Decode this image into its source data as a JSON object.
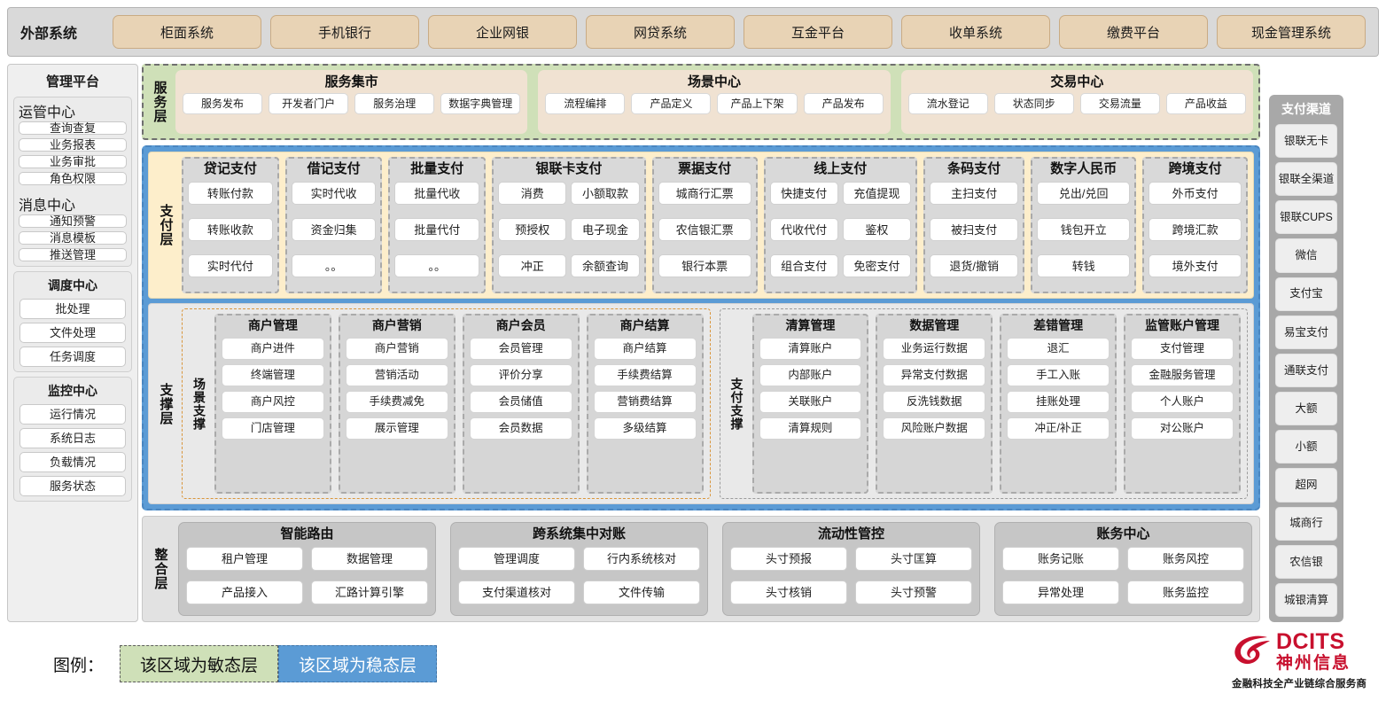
{
  "external": {
    "title": "外部系统",
    "items": [
      "柜面系统",
      "手机银行",
      "企业网银",
      "网贷系统",
      "互金平台",
      "收单系统",
      "缴费平台",
      "现金管理系统"
    ]
  },
  "management": {
    "title": "管理平台",
    "groups": [
      {
        "title": "运管中心",
        "items": [
          "查询查复",
          "业务报表",
          "业务审批",
          "角色权限"
        ]
      },
      {
        "title": "消息中心",
        "items": [
          "通知预警",
          "消息模板",
          "推送管理"
        ]
      },
      {
        "title": "调度中心",
        "items": [
          "批处理",
          "文件处理",
          "任务调度"
        ]
      },
      {
        "title": "监控中心",
        "items": [
          "运行情况",
          "系统日志",
          "负载情况",
          "服务状态"
        ]
      }
    ]
  },
  "service_layer": {
    "label": "服务层",
    "groups": [
      {
        "title": "服务集市",
        "items": [
          "服务发布",
          "开发者门户",
          "服务治理",
          "数据字典管理"
        ]
      },
      {
        "title": "场景中心",
        "items": [
          "流程编排",
          "产品定义",
          "产品上下架",
          "产品发布"
        ]
      },
      {
        "title": "交易中心",
        "items": [
          "流水登记",
          "状态同步",
          "交易流量",
          "产品收益"
        ]
      }
    ]
  },
  "payment_layer": {
    "label": "支付层",
    "groups": [
      {
        "title": "贷记支付",
        "cols": 1,
        "rows": [
          [
            "转账付款"
          ],
          [
            "转账收款"
          ],
          [
            "实时代付"
          ]
        ]
      },
      {
        "title": "借记支付",
        "cols": 1,
        "rows": [
          [
            "实时代收"
          ],
          [
            "资金归集"
          ],
          [
            "。。"
          ]
        ]
      },
      {
        "title": "批量支付",
        "cols": 1,
        "rows": [
          [
            "批量代收"
          ],
          [
            "批量代付"
          ],
          [
            "。。"
          ]
        ]
      },
      {
        "title": "银联卡支付",
        "cols": 2,
        "rows": [
          [
            "消费",
            "小额取款"
          ],
          [
            "预授权",
            "电子现金"
          ],
          [
            "冲正",
            "余额查询"
          ]
        ]
      },
      {
        "title": "票据支付",
        "cols": 1,
        "rows": [
          [
            "城商行汇票"
          ],
          [
            "农信银汇票"
          ],
          [
            "银行本票"
          ]
        ]
      },
      {
        "title": "线上支付",
        "cols": 2,
        "rows": [
          [
            "快捷支付",
            "充值提现"
          ],
          [
            "代收代付",
            "鉴权"
          ],
          [
            "组合支付",
            "免密支付"
          ]
        ]
      },
      {
        "title": "条码支付",
        "cols": 1,
        "rows": [
          [
            "主扫支付"
          ],
          [
            "被扫支付"
          ],
          [
            "退货/撤销"
          ]
        ]
      },
      {
        "title": "数字人民币",
        "cols": 1,
        "rows": [
          [
            "兑出/兑回"
          ],
          [
            "钱包开立"
          ],
          [
            "转钱"
          ]
        ]
      },
      {
        "title": "跨境支付",
        "cols": 1,
        "rows": [
          [
            "外币支付"
          ],
          [
            "跨境汇款"
          ],
          [
            "境外支付"
          ]
        ]
      }
    ]
  },
  "support_layer": {
    "label": "支撑层",
    "halves": [
      {
        "label": "场景支撑",
        "cards": [
          {
            "title": "商户管理",
            "items": [
              "商户进件",
              "终端管理",
              "商户风控",
              "门店管理"
            ]
          },
          {
            "title": "商户营销",
            "items": [
              "商户营销",
              "营销活动",
              "手续费减免",
              "展示管理"
            ]
          },
          {
            "title": "商户会员",
            "items": [
              "会员管理",
              "评价分享",
              "会员储值",
              "会员数据"
            ]
          },
          {
            "title": "商户结算",
            "items": [
              "商户结算",
              "手续费结算",
              "营销费结算",
              "多级结算"
            ]
          }
        ]
      },
      {
        "label": "支付支撑",
        "cards": [
          {
            "title": "清算管理",
            "items": [
              "清算账户",
              "内部账户",
              "关联账户",
              "清算规则"
            ]
          },
          {
            "title": "数据管理",
            "items": [
              "业务运行数据",
              "异常支付数据",
              "反洗钱数据",
              "风险账户数据"
            ]
          },
          {
            "title": "差错管理",
            "items": [
              "退汇",
              "手工入账",
              "挂账处理",
              "冲正/补正"
            ]
          },
          {
            "title": "监管账户管理",
            "items": [
              "支付管理",
              "金融服务管理",
              "个人账户",
              "对公账户"
            ]
          }
        ]
      }
    ]
  },
  "integration_layer": {
    "label": "整合层",
    "cards": [
      {
        "title": "智能路由",
        "rows": [
          [
            "租户管理",
            "数据管理"
          ],
          [
            "产品接入",
            "汇路计算引擎"
          ]
        ]
      },
      {
        "title": "跨系统集中对账",
        "rows": [
          [
            "管理调度",
            "行内系统核对"
          ],
          [
            "支付渠道核对",
            "文件传输"
          ]
        ]
      },
      {
        "title": "流动性管控",
        "rows": [
          [
            "头寸预报",
            "头寸匡算"
          ],
          [
            "头寸核销",
            "头寸预警"
          ]
        ]
      },
      {
        "title": "账务中心",
        "rows": [
          [
            "账务记账",
            "账务风控"
          ],
          [
            "异常处理",
            "账务监控"
          ]
        ]
      }
    ]
  },
  "channels": {
    "title": "支付渠道",
    "items": [
      "银联无卡",
      "银联全渠道",
      "银联CUPS",
      "微信",
      "支付宝",
      "易宝支付",
      "通联支付",
      "大额",
      "小额",
      "超网",
      "城商行",
      "农信银",
      "城银清算"
    ]
  },
  "legend": {
    "label": "图例：",
    "agile_text": "该区域为敏态层",
    "stable_text": "该区域为稳态层"
  },
  "logo": {
    "brand": "DCITS",
    "brand_cn": "神州信息",
    "tagline": "金融科技全产业链综合服务商"
  },
  "colors": {
    "agile_green": "#cfe0b8",
    "stable_blue": "#5b9bd5",
    "payment_cream": "#fdeecb",
    "external_tan": "#e8d3b5",
    "brand_red": "#c8102e"
  }
}
